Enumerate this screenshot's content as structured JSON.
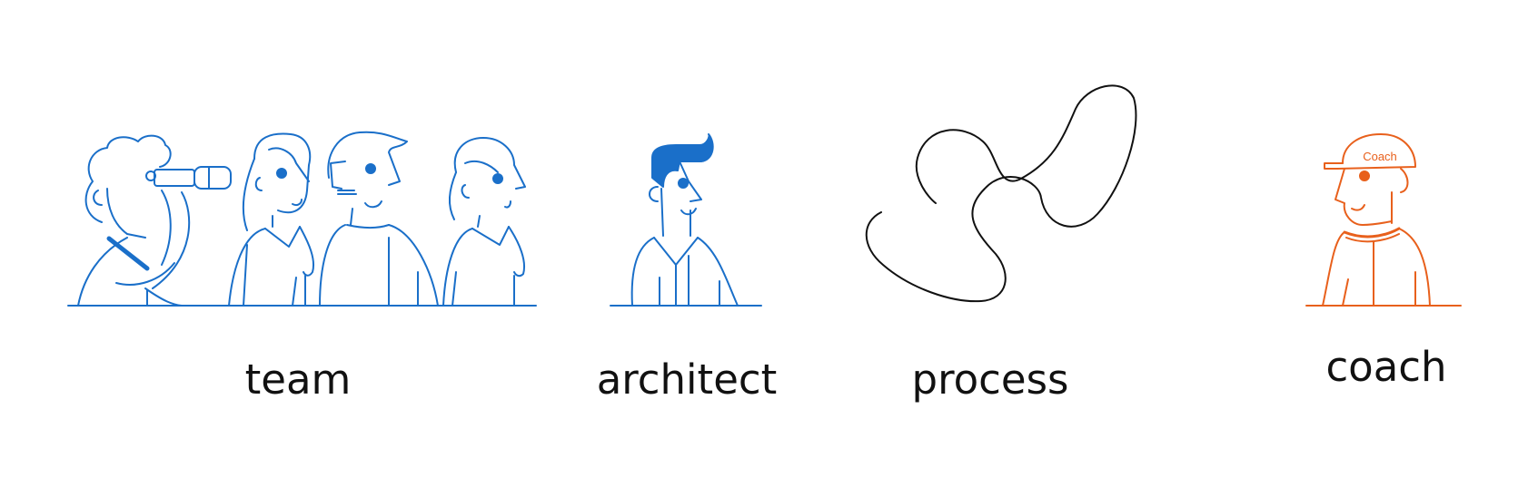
{
  "labels": {
    "team": "team",
    "architect": "architect",
    "process": "process",
    "coach": "coach",
    "cap_text": "Coach"
  },
  "colors": {
    "team": "#1a6fc9",
    "architect": "#1a6fc9",
    "process": "#111111",
    "coach": "#e8601c"
  },
  "icons": [
    "team-illustration",
    "architect-illustration",
    "process-squiggle-icon",
    "coach-illustration"
  ]
}
